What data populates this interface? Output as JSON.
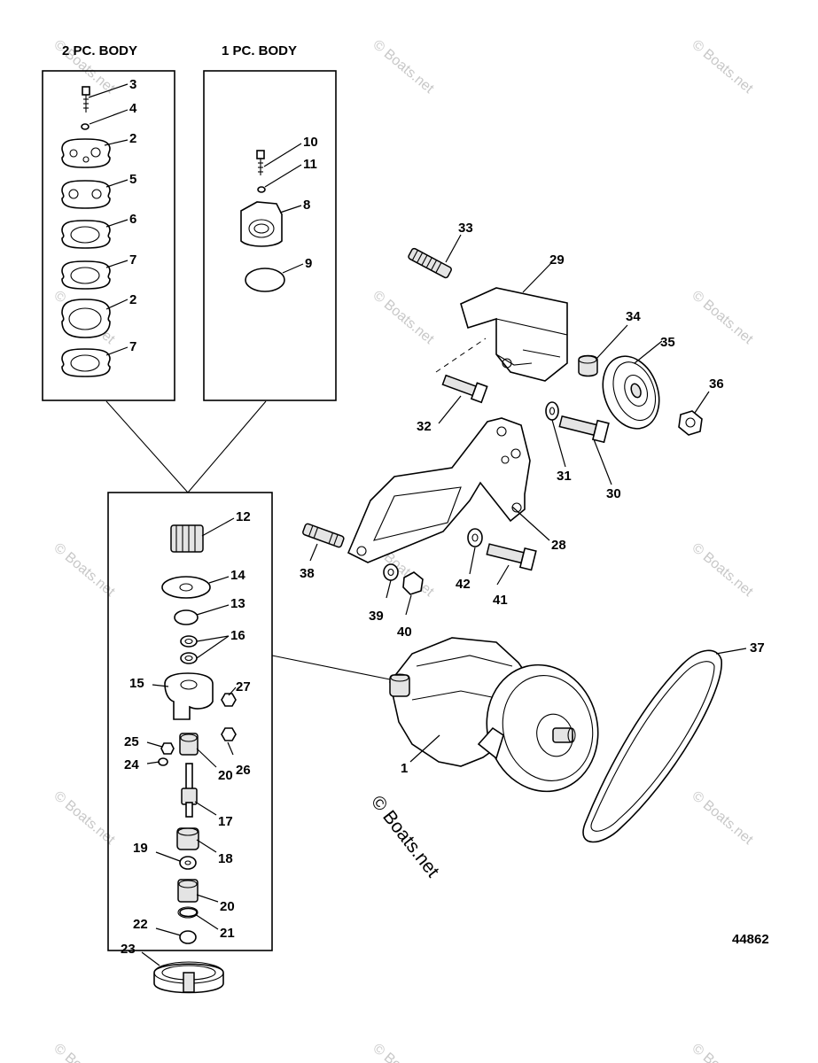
{
  "headers": {
    "two_pc_body": "2 PC. BODY",
    "one_pc_body": "1 PC. BODY"
  },
  "diagram_number": "44862",
  "watermark": "© Boats.net",
  "callouts": [
    "1",
    "2",
    "3",
    "4",
    "5",
    "6",
    "7",
    "8",
    "9",
    "10",
    "11",
    "12",
    "13",
    "14",
    "15",
    "16",
    "17",
    "18",
    "19",
    "20",
    "21",
    "22",
    "23",
    "24",
    "25",
    "26",
    "27",
    "28",
    "29",
    "30",
    "31",
    "32",
    "33",
    "34",
    "35",
    "36",
    "37",
    "38",
    "39",
    "40",
    "41",
    "42"
  ]
}
